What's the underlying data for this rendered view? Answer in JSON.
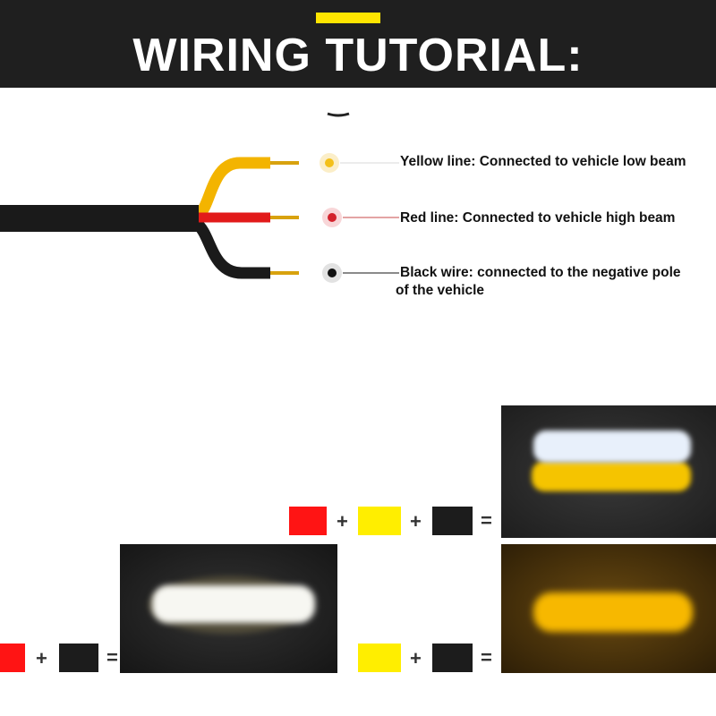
{
  "header": {
    "title": "WIRING TUTORIAL:",
    "accent_color": "#ffe500",
    "background": "#1f1f1f"
  },
  "wires": [
    {
      "color_name": "yellow",
      "color": "#f3b400",
      "dot_color": "#f3c01a",
      "label": "Yellow line: Connected to vehicle low beam"
    },
    {
      "color_name": "red",
      "color": "#e21a1a",
      "dot_color": "#d3222c",
      "label": "Red line: Connected to vehicle high beam"
    },
    {
      "color_name": "black",
      "color": "#1a1a1a",
      "dot_color": "#111111",
      "label_line1": "Black wire: connected to the negative pole",
      "label_line2": "of the vehicle"
    }
  ],
  "combinations": [
    {
      "swatches": [
        "red",
        "yellow",
        "black"
      ],
      "plus": "+",
      "equals": "=",
      "result_icon": "white-over-amber-light-icon"
    },
    {
      "swatches": [
        "red",
        "black"
      ],
      "plus": "+",
      "equals": "=",
      "result_icon": "white-light-icon"
    },
    {
      "swatches": [
        "yellow",
        "black"
      ],
      "plus": "+",
      "equals": "=",
      "result_icon": "amber-light-icon"
    }
  ],
  "swatch_colors": {
    "red": "#ff1414",
    "yellow": "#ffee00",
    "black": "#1c1c1c"
  }
}
